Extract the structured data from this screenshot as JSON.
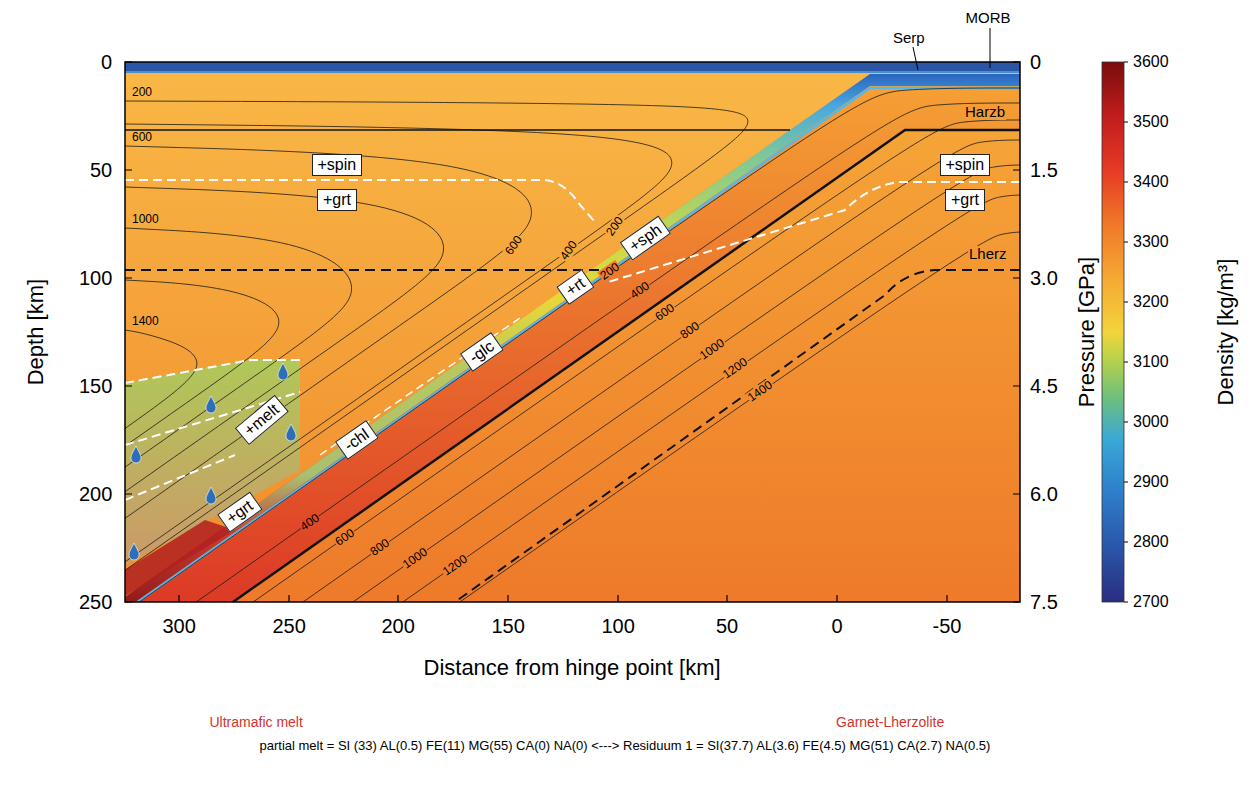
{
  "diagram": {
    "nodes": [
      {
        "text": [
          "+spin"
        ]
      },
      {
        "text": [
          "+grt"
        ]
      },
      {
        "text": [
          "+spin"
        ]
      },
      {
        "text": [
          "+grt"
        ]
      },
      {
        "text": [
          "+sph"
        ]
      },
      {
        "text": [
          "+rt"
        ]
      },
      {
        "text": [
          "-glc"
        ]
      },
      {
        "text": [
          "-chl"
        ]
      },
      {
        "text": [
          "+melt"
        ]
      },
      {
        "text": [
          "+grt"
        ]
      }
    ],
    "labels": [
      "0",
      "50",
      "100",
      "150",
      "200",
      "250",
      "Depth [km]",
      "300",
      "250",
      "200",
      "150",
      "100",
      "50",
      "0",
      "-50",
      "Distance from hinge point [km]",
      "0",
      "1.5",
      "3.0",
      "4.5",
      "6.0",
      "7.5",
      "Pressure [GPa]",
      "3600",
      "3500",
      "3400",
      "3300",
      "3200",
      "3100",
      "3000",
      "2900",
      "2800",
      "2700",
      "Density [kg/m³]",
      "Serp",
      "MORB",
      "Harzb",
      "Lherz",
      "200",
      "600",
      "1000",
      "1400",
      "600",
      "400",
      "200",
      "200",
      "400",
      "600",
      "800",
      "1000",
      "1200",
      "1400",
      "400",
      "600",
      "800",
      "1000",
      "1200",
      "Ultramafic melt",
      "Garnet-Lherzolite",
      "partial melt  = SI (33) AL(0.5) FE(11) MG(55) CA(0) NA(0)  <--->  Residuum 1 = SI(37.7) AL(3.6) FE(4.5) MG(51) CA(2.7) NA(0.5)"
    ]
  }
}
